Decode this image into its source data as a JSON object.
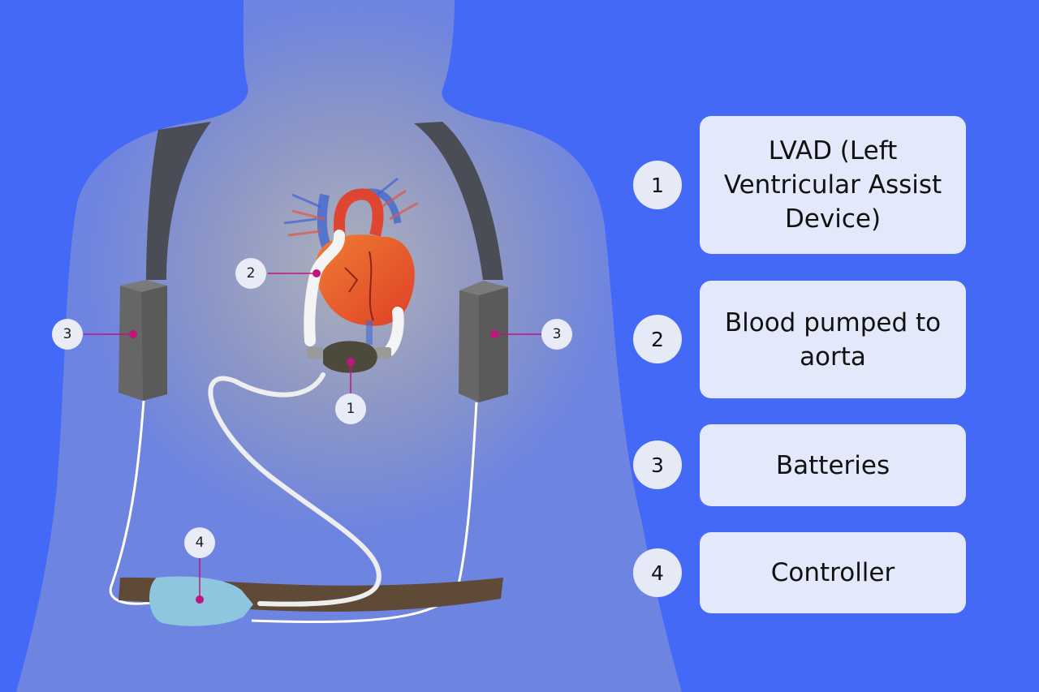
{
  "colors": {
    "background": "#4569f7",
    "body_silhouette": "#7f8fd6",
    "strap": "#4a4d55",
    "battery": "#666666",
    "belt": "#5f4a38",
    "controller": "#8ec5df",
    "leader_line": "#c0157e",
    "label_box": "#e3e9fb",
    "callout_circle": "#e9ecf7"
  },
  "diagram": {
    "callouts": [
      {
        "number": "1",
        "target": "LVAD pump"
      },
      {
        "number": "2",
        "target": "outflow graft to aorta"
      },
      {
        "number": "3",
        "target": "left battery"
      },
      {
        "number": "3",
        "target": "right battery"
      },
      {
        "number": "4",
        "target": "controller on belt"
      }
    ]
  },
  "legend": [
    {
      "number": "1",
      "label": "LVAD (Left Ventricular Assist Device)"
    },
    {
      "number": "2",
      "label": "Blood pumped to aorta"
    },
    {
      "number": "3",
      "label": "Batteries"
    },
    {
      "number": "4",
      "label": "Controller"
    }
  ]
}
